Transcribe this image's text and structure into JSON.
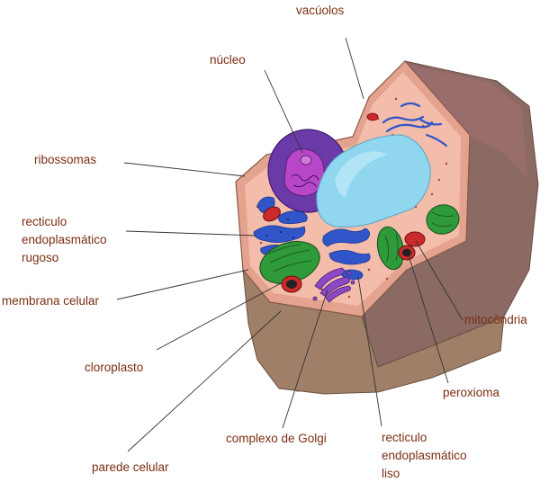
{
  "labels": {
    "vacuolos": "vacúolos",
    "nucleo": "núcleo",
    "ribossomas": "ribossomas",
    "rer": [
      "recticulo",
      "endoplasmático",
      "rugoso"
    ],
    "membrana": "membrana celular",
    "cloroplasto": "cloroplasto",
    "parede": "parede celular",
    "golgi": "complexo de Golgi",
    "rel": [
      "recticulo",
      "endoplasmático",
      "liso"
    ],
    "peroxioma": "peroxioma",
    "mitocondria": "mitocôndria"
  },
  "colors": {
    "label_text": "#7a2e12",
    "cell_wall": "#9a7a66",
    "cytoplasm": "#f2b8a5",
    "nucleus": "#6a3aa8",
    "nucleolus": "#b846c9",
    "vacuole": "#8fd6ee",
    "er": "#2f55c8",
    "chloroplast": "#2f9a3a",
    "mitochondria": "#cc2a2a",
    "golgi": "#8a48c2"
  }
}
